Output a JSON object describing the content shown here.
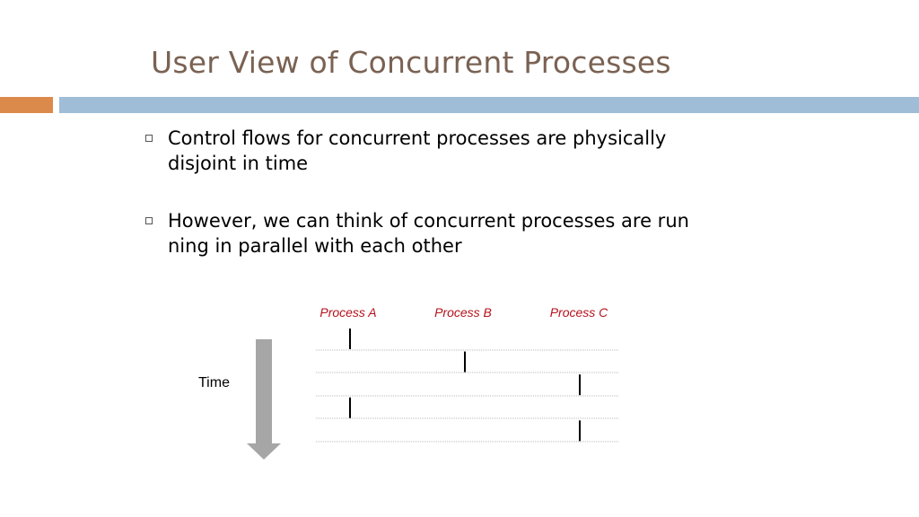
{
  "slide": {
    "title": "User View of Concurrent Processes"
  },
  "bullets": [
    "Control flows for concurrent processes are physically disjoint in time",
    "However, we can think of concurrent processes are run ning in parallel with each other"
  ],
  "diagram": {
    "processes": [
      "Process A",
      "Process B",
      "Process C"
    ],
    "time_label": "Time",
    "slots": [
      {
        "process": "Process A"
      },
      {
        "process": "Process B"
      },
      {
        "process": "Process C"
      },
      {
        "process": "Process A"
      },
      {
        "process": "Process C"
      }
    ],
    "colors": {
      "process_label": "#b5121b",
      "arrow": "#a6a6a6",
      "gridline": "#bbbbbb",
      "accent_orange": "#dc8a4b",
      "accent_blue": "#9fbdd6"
    }
  }
}
